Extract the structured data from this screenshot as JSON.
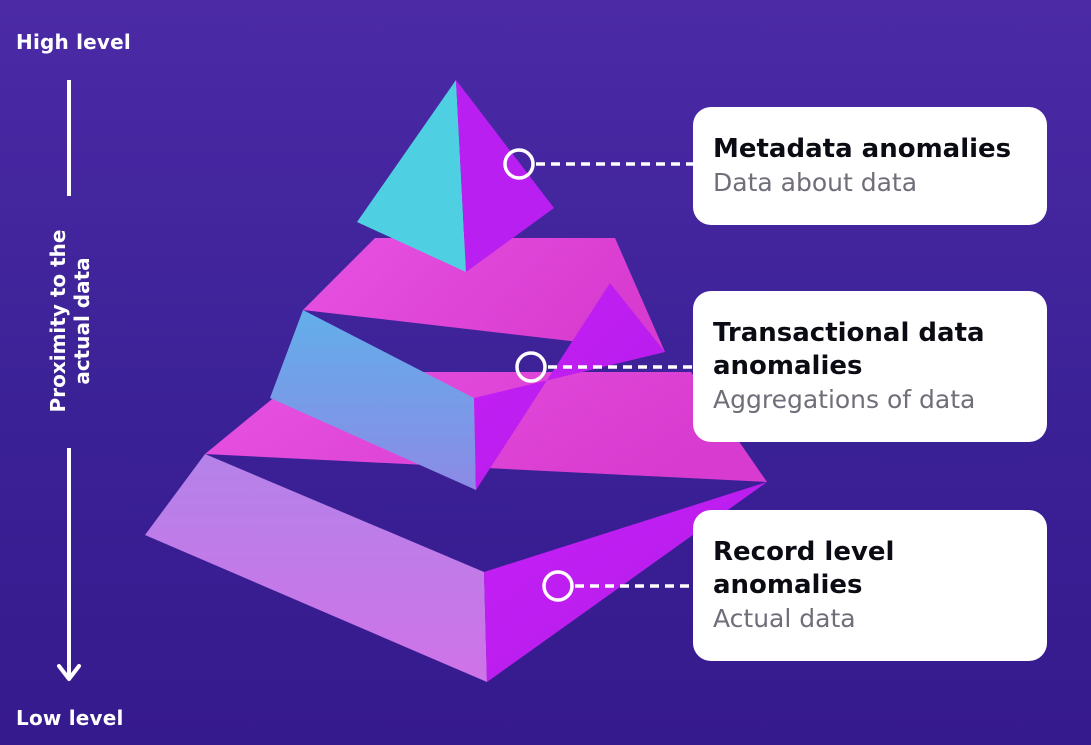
{
  "axis": {
    "high_label": "High level",
    "low_label": "Low level",
    "mid_label_line1": "Proximity to the",
    "mid_label_line2": "actual data"
  },
  "tiers": [
    {
      "title": "Metadata anomalies",
      "subtitle": "Data about data"
    },
    {
      "title_line1": "Transactional data",
      "title_line2": "anomalies",
      "subtitle": "Aggregations of data"
    },
    {
      "title_line1": "Record level",
      "title_line2": "anomalies",
      "subtitle": "Actual data"
    }
  ],
  "colors": {
    "background": "#4326a0",
    "top_left_face": "#4ed0e2",
    "top_right_face": "#b91ff0",
    "tier_top": "#e047d8",
    "middle_front_left": "#6aa9e6",
    "right_face": "#bb1ff2",
    "bottom_front_left": "#c377e6",
    "card": "#ffffff"
  }
}
